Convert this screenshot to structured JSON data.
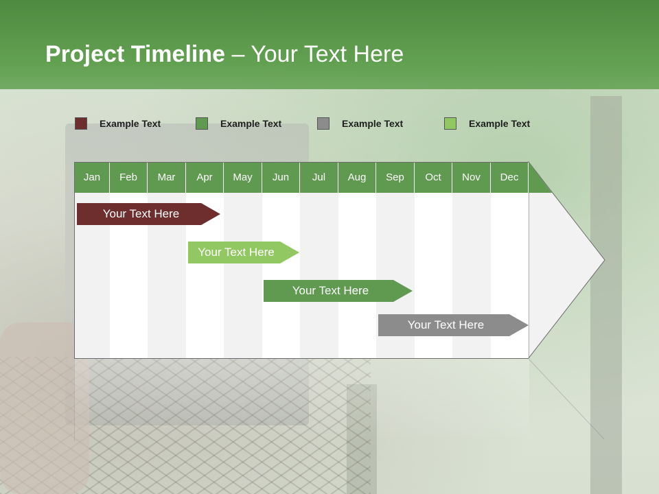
{
  "slide": {
    "title_bold": "Project Timeline",
    "title_rest": " – Your Text Here"
  },
  "legend": [
    {
      "label": "Example Text",
      "color": "#6e2e2e"
    },
    {
      "label": "Example Text",
      "color": "#5f9a50"
    },
    {
      "label": "Example Text",
      "color": "#8c8c8c"
    },
    {
      "label": "Example Text",
      "color": "#92c862"
    }
  ],
  "timeline": {
    "months": [
      "Jan",
      "Feb",
      "Mar",
      "Apr",
      "May",
      "Jun",
      "Jul",
      "Aug",
      "Sep",
      "Oct",
      "Nov",
      "Dec"
    ],
    "tasks": [
      {
        "label": "Your  Text Here",
        "color": "#6e2e2e",
        "text_color": "#ffffff"
      },
      {
        "label": "Your  Text Here",
        "color": "#92c862",
        "text_color": "#ffffff"
      },
      {
        "label": "Your  Text Here",
        "color": "#5f9a50",
        "text_color": "#ffffff"
      },
      {
        "label": "Your  Text Here",
        "color": "#8c8c8c",
        "text_color": "#ffffff"
      }
    ]
  }
}
